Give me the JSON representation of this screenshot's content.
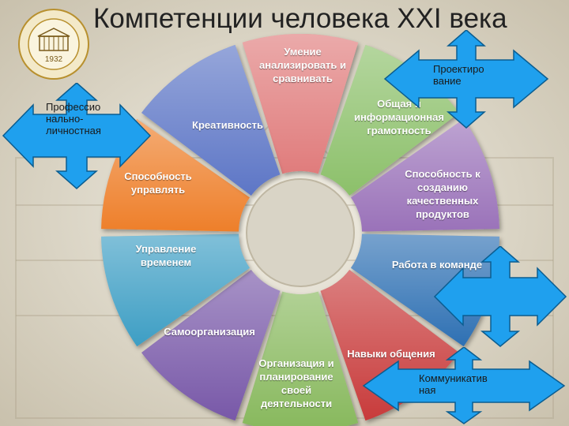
{
  "title": "Компетенции человека XXI века",
  "logo": {
    "year": "1932",
    "icon": "university-emblem"
  },
  "wheel": {
    "segments": [
      {
        "label": "Умение\nанализировать и\nсравнивать",
        "color": "#e07b7b"
      },
      {
        "label": "Общая и\nинформационная\nграмотность",
        "color": "#8cc06a"
      },
      {
        "label": "Способность к\nсозданию\nкачественных\nпродуктов",
        "color": "#9a72b9"
      },
      {
        "label": "Работа в команде",
        "color": "#2f6fb3"
      },
      {
        "label": "Навыки общения",
        "color": "#c83a3a"
      },
      {
        "label": "Организация и\nпланирование\nсвоей\nдеятельности",
        "color": "#87b85b"
      },
      {
        "label": "Самоорганизация",
        "color": "#7858a8"
      },
      {
        "label": "Управление\nвременем",
        "color": "#3d9ec4"
      },
      {
        "label": "Способность\nуправлять",
        "color": "#ee7f2a"
      },
      {
        "label": "Креативность",
        "color": "#5d76c6"
      }
    ]
  },
  "arrows": [
    {
      "id": "professional",
      "text": "Профессио\nнально-\nличностная",
      "color": "#1fa0ee"
    },
    {
      "id": "design",
      "text": "Проектиро\nвание",
      "color": "#1fa0ee"
    },
    {
      "id": "teamwork-side",
      "text": "",
      "color": "#1fa0ee"
    },
    {
      "id": "communicative",
      "text": "Коммуникатив\nная",
      "color": "#1fa0ee"
    }
  ]
}
